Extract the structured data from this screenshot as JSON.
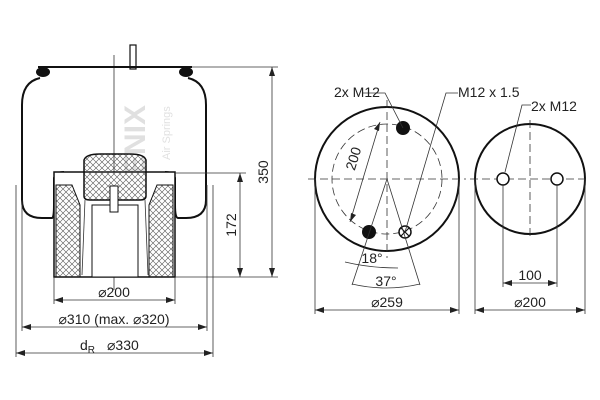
{
  "logo": {
    "brand": "PHOENIX",
    "tagline": "Air Springs"
  },
  "side_view": {
    "height_total": "350",
    "piston_height": "172",
    "piston_diameter": "⌀200",
    "bellows_diameter": "⌀310 (max. ⌀320)",
    "dr_prefix": "d",
    "dr_sub": "R",
    "dr_diameter": "⌀330"
  },
  "top_plate_view": {
    "bolt_label": "2x M12",
    "air_inlet_label": "M12 x 1.5",
    "bolt_spacing": "200",
    "angle_small": "18°",
    "angle_large": "37°",
    "diameter": "⌀259"
  },
  "piston_bottom_view": {
    "bolt_label": "2x M12",
    "bolt_spacing": "100",
    "diameter": "⌀200"
  }
}
